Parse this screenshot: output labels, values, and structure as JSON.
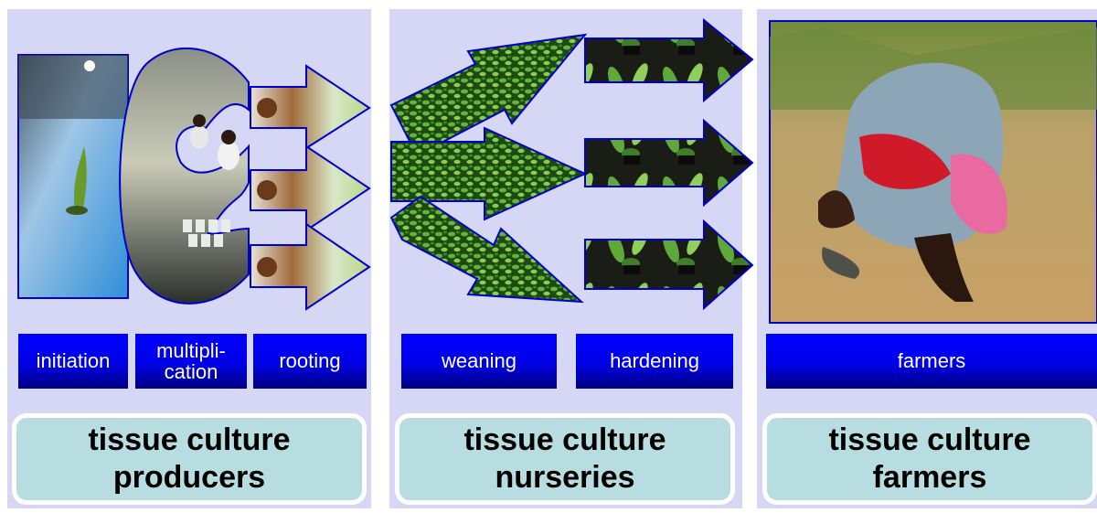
{
  "columns": [
    {
      "stages": [
        "initiation",
        "multipli-\ncation",
        "rooting"
      ],
      "caption": [
        "tissue culture",
        "producers"
      ]
    },
    {
      "stages": [
        "weaning",
        "hardening"
      ],
      "caption": [
        "tissue culture",
        "nurseries"
      ]
    },
    {
      "stages": [
        "farmers"
      ],
      "caption": [
        "tissue culture",
        "farmers"
      ]
    }
  ],
  "colors": {
    "panel_bg": "#d6d6f5",
    "stage_blue": "#0000ff",
    "caption_bg": "#b7dde0",
    "arrow_outline": "#0000cc"
  }
}
